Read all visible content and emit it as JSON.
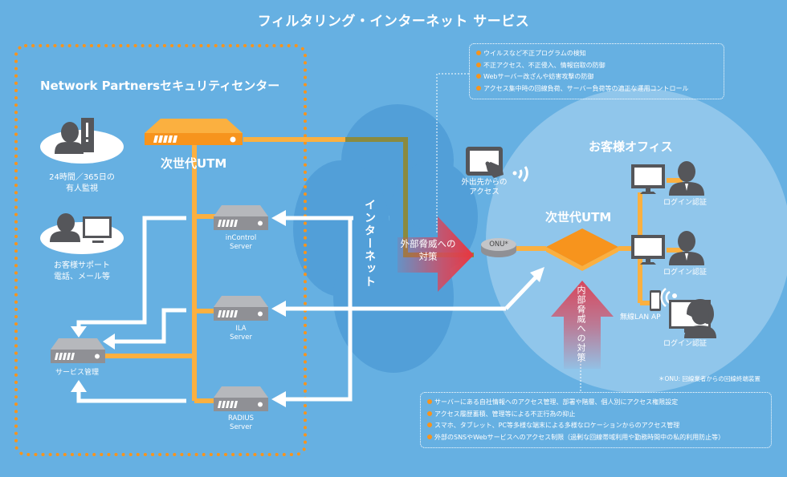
{
  "title": "フィルタリング・インターネット サービス",
  "security_center": {
    "heading": "Network Partnersセキュリティセンター",
    "monitoring_label": [
      "24時間／365日の",
      "有人監視"
    ],
    "support_label": [
      "お客様サポート",
      "電話、メール等"
    ],
    "utm_label": "次世代UTM",
    "service_mgmt_label": "サービス管理",
    "servers": [
      {
        "name": [
          "inControl",
          "Server"
        ]
      },
      {
        "name": [
          "ILA",
          "Server"
        ]
      },
      {
        "name": [
          "RADIUS",
          "Server"
        ]
      }
    ]
  },
  "internet_label": "インターネット",
  "external_threat_label": [
    "外部脅威への",
    "対策"
  ],
  "internal_threat_label": "内部脅威への対策",
  "onu_label": "ONU*",
  "remote_access_label": [
    "外出先からの",
    "アクセス"
  ],
  "office": {
    "heading": "お客様オフィス",
    "utm_label": "次世代UTM",
    "login_labels": [
      "ログイン認証",
      "ログイン認証",
      "ログイン認証"
    ],
    "wireless_ap_label": "無線LAN AP"
  },
  "onu_footnote": "＊ONU: 回線業者からの回線終端装置",
  "external_measures": [
    "ウイルスなど不正プログラムの検知",
    "不正アクセス、不正侵入、情報窃取の防御",
    "Webサーバー改ざんや妨害攻撃の防御",
    "アクセス集中時の回線負荷、サーバー負荷等の適正な運用コントロール"
  ],
  "internal_measures": [
    "サーバーにある自社情報へのアクセス管理、部署や階層、個人別にアクセス権限設定",
    "アクセス履歴蓄積、管理等による不正行為の抑止",
    "スマホ、タブレット、PC等多様な端末による多様なロケーションからのアクセス管理",
    "外部のSNSやWebサービスへのアクセス制限（過剰な回線帯域利用や勤務時間中の私的利用防止等）"
  ],
  "colors": {
    "background": "#66b0e2",
    "cloud": "#529fd8",
    "office_circle": "#90c6eb",
    "orange": "#f7941d",
    "orange_light": "#fbb040",
    "device_gray": "#8f9095",
    "device_top": "#b6b8bc",
    "person": "#55565a",
    "threat_red": "#d8475c"
  }
}
